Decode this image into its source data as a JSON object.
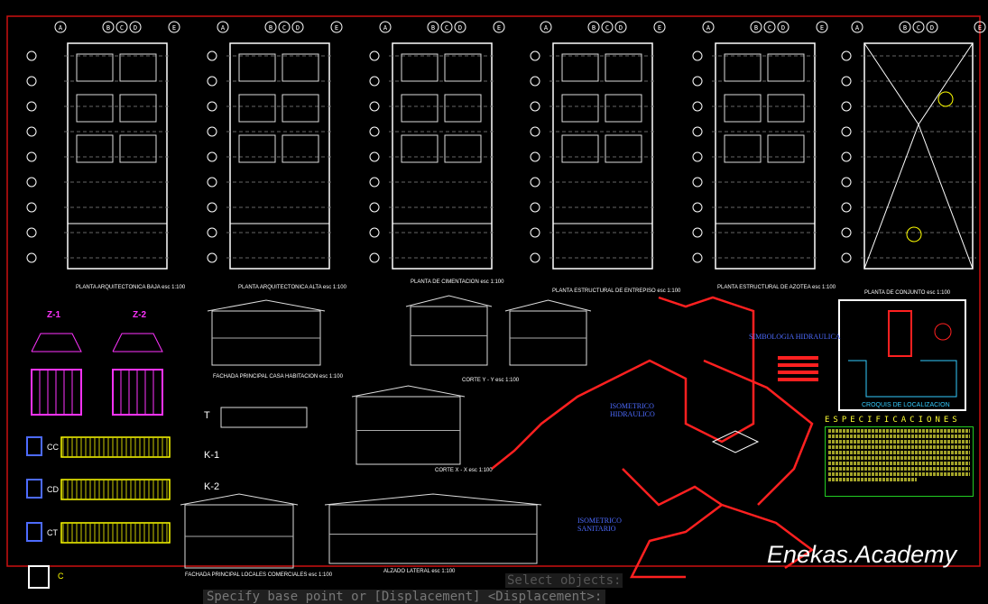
{
  "drawing": {
    "plans": [
      {
        "title": "PLANTA ARQUITECTONICA BAJA esc 1:100"
      },
      {
        "title": "PLANTA ARQUITECTONICA ALTA esc 1:100"
      },
      {
        "title": "PLANTA DE CIMENTACION esc 1:100"
      },
      {
        "title": "PLANTA ESTRUCTURAL DE ENTREPISO esc 1:100"
      },
      {
        "title": "PLANTA ESTRUCTURAL DE AZOTEA esc 1:100"
      },
      {
        "title": "PLANTA DE CONJUNTO esc 1:100"
      }
    ],
    "grid_letters": [
      "A",
      "B",
      "C",
      "D",
      "E"
    ],
    "details": {
      "z1": "Z-1",
      "z2": "Z-2",
      "t": "T",
      "k1": "K-1",
      "k2": "K-2",
      "cc": "CC",
      "cd": "CD",
      "ct": "CT",
      "c": "C"
    },
    "elevations": {
      "fachada_casa": "FACHADA PRINCIPAL CASA HABITACION esc 1:100",
      "corte_y": "CORTE Y - Y esc 1:100",
      "corte_x": "CORTE X - X esc 1:100",
      "fachada_locales": "FACHADA PRINCIPAL LOCALES COMERCIALES esc 1:100",
      "alzado": "ALZADO LATERAL esc 1:100"
    },
    "hydraulic": {
      "simbologia": "SIMBOLOGIA HIDRAULICA",
      "iso_hidraulico": "ISOMETRICO HIDRAULICO",
      "iso_sanitario": "ISOMETRICO SANITARIO"
    },
    "croquis": "CROQUIS DE LOCALIZACION",
    "especificaciones": "ESPECIFICACIONES"
  },
  "watermark": "Enekas.Academy",
  "command_line": {
    "previous": "Select objects:",
    "prompt": "Specify base point or [Displacement] <Displacement>:"
  },
  "colors": {
    "frame": "#cc1111",
    "accent": "#ff2222",
    "magenta": "#ff33ff",
    "yellow": "#ffff00",
    "cyan": "#33ccff"
  }
}
